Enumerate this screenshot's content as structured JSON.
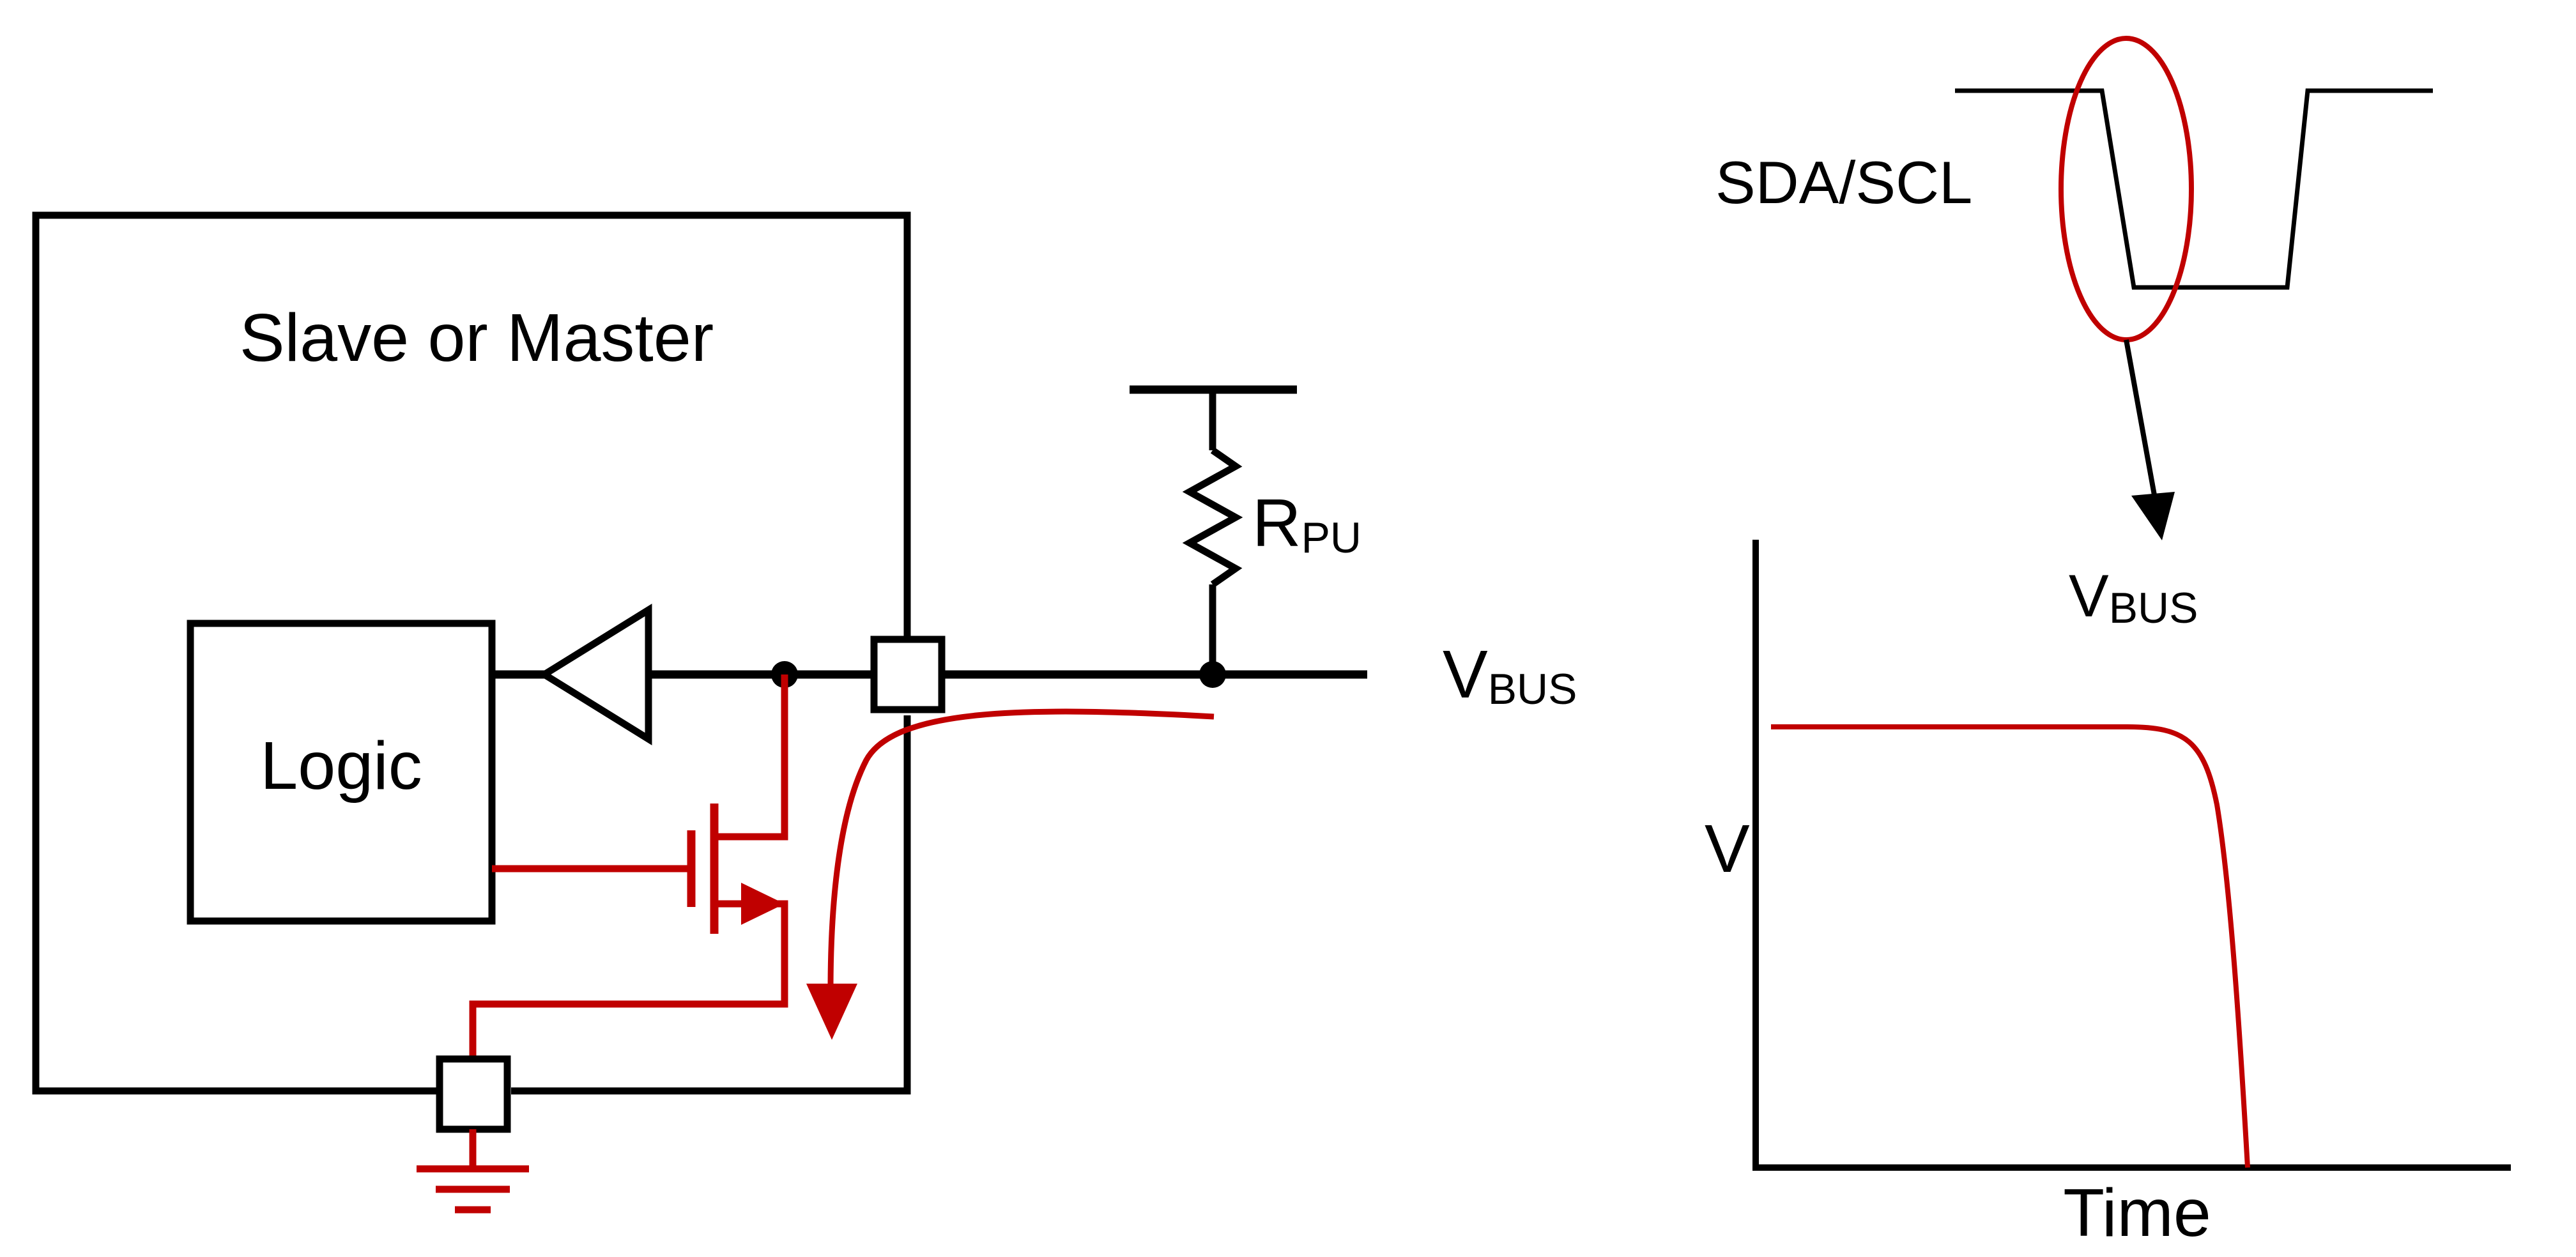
{
  "labels": {
    "device_title": "Slave or Master",
    "logic_block": "Logic",
    "pullup_resistor_main": "R",
    "pullup_resistor_sub": "PU",
    "bus_voltage_main": "V",
    "bus_voltage_sub": "BUS",
    "signal_name": "SDA/SCL",
    "graph_title_main": "V",
    "graph_title_sub": "BUS",
    "graph_y_axis": "V",
    "graph_x_axis": "Time"
  },
  "colors": {
    "wire": "#000000",
    "pulldown_path": "#c00000",
    "background": "#ffffff"
  }
}
